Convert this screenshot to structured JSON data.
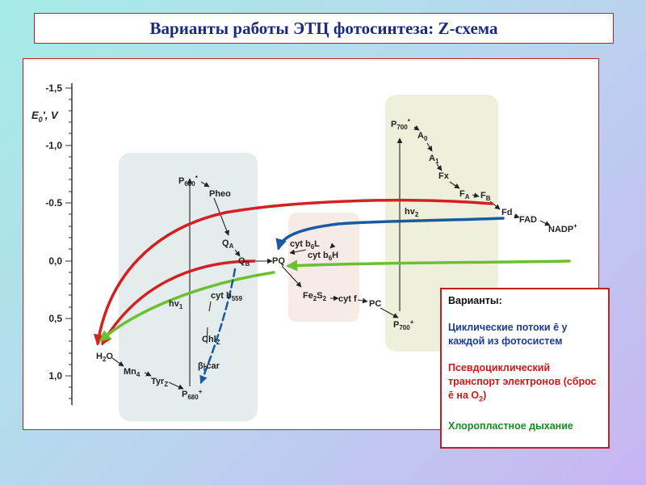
{
  "title": "Варианты работы ЭТЦ фотосинтеза: Z-схема",
  "axis": {
    "label_main": "E",
    "label_sub": "0",
    "label_prime": "′",
    "label_unit": ", V",
    "ticks": [
      "-1,5",
      "-1,0",
      "-0.5",
      "0,0",
      "0,5",
      "1,0"
    ]
  },
  "nodes": {
    "p680_star": "P680*",
    "pheo": "Pheo",
    "qa": "QA",
    "qb": "QB",
    "pq": "PQ",
    "cyt_b6l": "cyt b6L",
    "cyt_b6h": "cyt b6H",
    "fe2s2": "Fe2S2",
    "cyt_f": "cyt f",
    "pc": "PC",
    "p700": "P700+",
    "p700_star": "P700*",
    "a0": "A0",
    "a1": "A1",
    "fx": "Fx",
    "fa": "FA",
    "fb": "FB",
    "fd": "Fd",
    "fad": "FAD",
    "nadp": "NADP+",
    "hv2": "hv2",
    "hv1": "hv1",
    "cyt_b559": "cyt b559",
    "chl2": "Chl2",
    "bcar": "β-car",
    "h2o": "H2O",
    "mn4": "Mn4",
    "tyrz": "TyrZ",
    "p680": "P680+"
  },
  "legend": {
    "heading": "Варианты:",
    "blue_text": "Циклические потоки ē у каждой из фотосистем",
    "red_text_1": "Псевдоциклический транспорт электронов (сброс ē на О",
    "red_sub": "2",
    "red_text_2": ")",
    "green_text": "Хлоропластное дыхание"
  },
  "colors": {
    "title_text": "#1a2a80",
    "border": "#c02020",
    "red_arrow": "#d42020",
    "blue_arrow": "#1a5aa0",
    "green_arrow": "#6cc030",
    "ps2_box": "#e4ecee",
    "cytb6f_box": "#f6ebe6",
    "ps1_box": "#eff0dc"
  }
}
